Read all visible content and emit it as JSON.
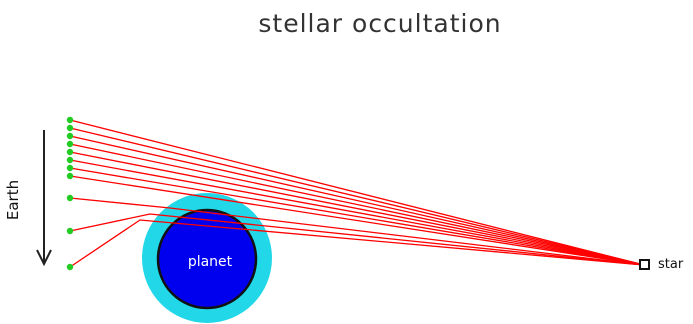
{
  "title": "stellar occultation",
  "labels": {
    "earth": "Earth",
    "planet": "planet",
    "star": "star"
  },
  "colors": {
    "ray": "#ff0000",
    "observer_dot": "#22cc22",
    "planet_body": "#0000ee",
    "atmosphere": "#22d8e8",
    "text": "#333333"
  }
}
